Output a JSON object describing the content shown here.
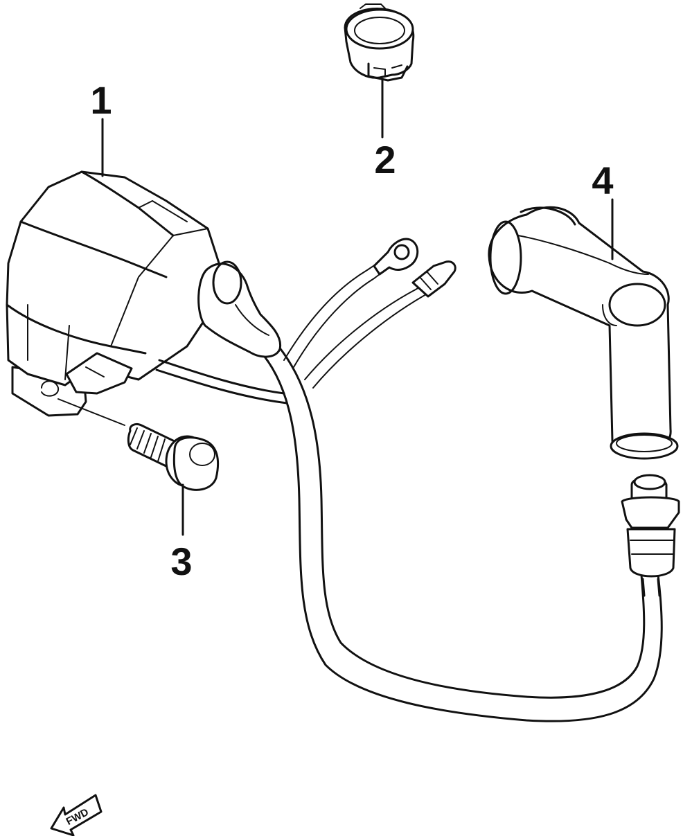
{
  "callouts": [
    {
      "id": "1",
      "label": "1"
    },
    {
      "id": "2",
      "label": "2"
    },
    {
      "id": "3",
      "label": "3"
    },
    {
      "id": "4",
      "label": "4"
    }
  ],
  "fwd_marker": {
    "label": "FWD"
  },
  "colors": {
    "ink": "#111111",
    "paper": "#ffffff"
  }
}
